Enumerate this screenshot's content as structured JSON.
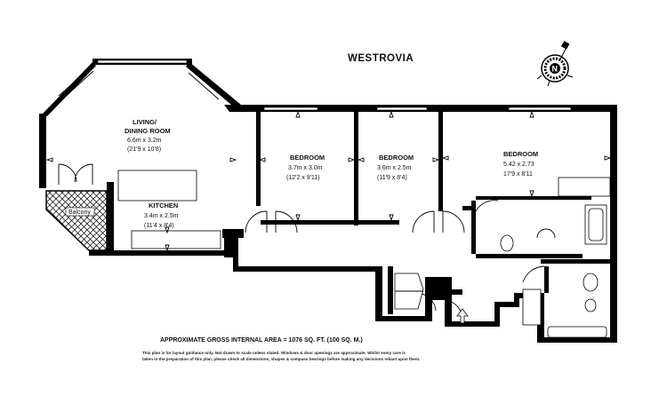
{
  "brand": {
    "name": "WESTROVIA"
  },
  "compass": {
    "label": "N"
  },
  "rooms": {
    "living": {
      "name": "LIVING/",
      "name2": "DINING ROOM",
      "metric": "6.6m x 3.2m",
      "imperial": "(21'9 x 10'8)"
    },
    "bedroom1": {
      "name": "BEDROOM",
      "metric": "3.7m x 3.0m",
      "imperial": "(12'2 x 9'11)"
    },
    "bedroom2": {
      "name": "BEDROOM",
      "metric": "3.6m x 2.5m",
      "imperial": "(11'9 x 8'4)"
    },
    "bedroom3": {
      "name": "BEDROOM",
      "metric": "5.42 x 2.73",
      "imperial": "17'9 x 8'11"
    },
    "kitchen": {
      "name": "KITCHEN",
      "metric": "3.4m x 2.5m",
      "imperial": "(11'4 x 8'4)"
    },
    "balcony": {
      "name": "Balcony"
    }
  },
  "footer": {
    "area": "APPROXIMATE GROSS INTERNAL AREA = 1076 SQ. FT. (100 SQ. M.)",
    "disclaimer1": "This plan is for layout guidance only. Not drawn to scale unless stated. Windows & door openings are approximate. Whilst every care is",
    "disclaimer2": "taken in the preparation of this plan, please check all dimensions, shapes & compass bearings before making any decisions reliant upon them."
  }
}
